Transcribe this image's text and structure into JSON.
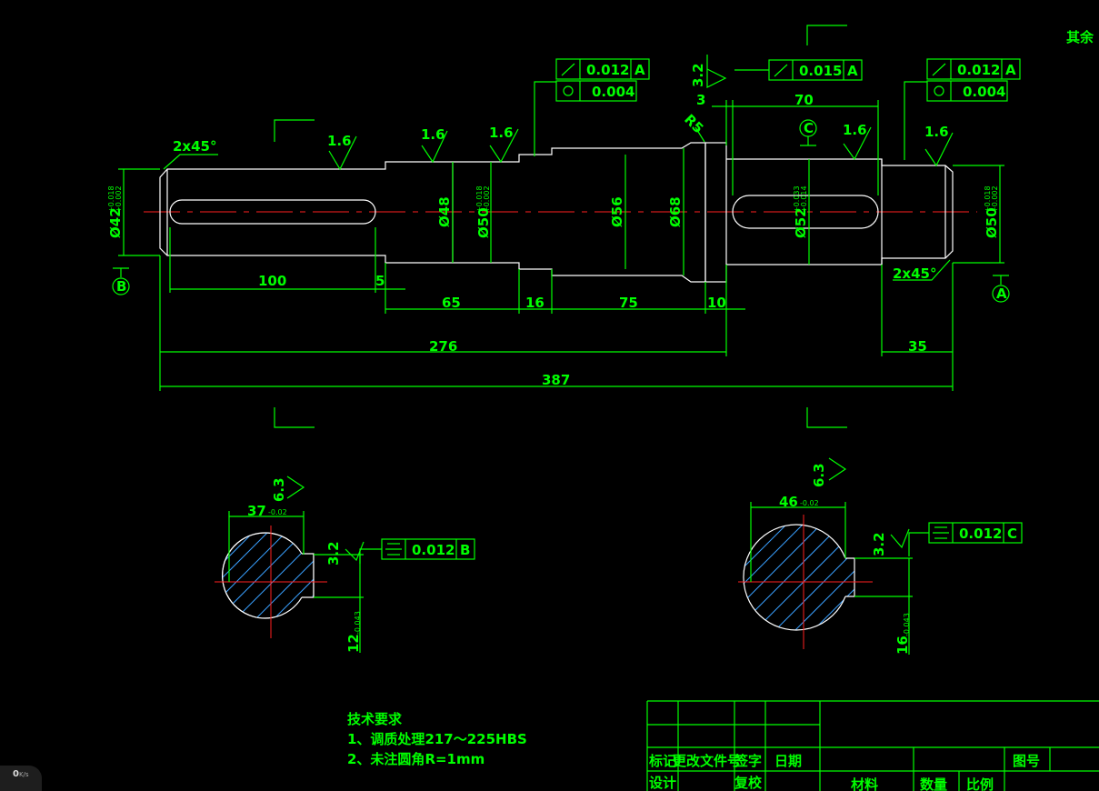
{
  "corner_note": "其余",
  "dimensions": {
    "d42": "Ø42",
    "d42_tol_up": "+0.018",
    "d42_tol_lo": "+0.002",
    "d48": "Ø48",
    "d50a": "Ø50",
    "d50a_tol_up": "+0.018",
    "d50a_tol_lo": "+0.002",
    "d56": "Ø56",
    "d68": "Ø68",
    "d52": "Ø52",
    "d52_tol_up": "+0.033",
    "d52_tol_lo": "+0.014",
    "d50b": "Ø50",
    "d50b_tol_up": "+0.018",
    "d50b_tol_lo": "+0.002",
    "chamfer_left": "2x45°",
    "chamfer_right": "2x45°",
    "radius": "R5",
    "len_100": "100",
    "len_5": "5",
    "len_65": "65",
    "len_16": "16",
    "len_75": "75",
    "len_10": "10",
    "len_276": "276",
    "len_387": "387",
    "len_35": "35",
    "len_70": "70",
    "len_3": "3",
    "key_left_depth": "37",
    "key_left_depth_tol": "-0.02",
    "key_left_width": "12",
    "key_left_width_tol": "-0.043",
    "key_right_depth": "46",
    "key_right_depth_tol": "-0.02",
    "key_right_width": "16",
    "key_right_width_tol": "-0.043"
  },
  "roughness": {
    "r1": "1.6",
    "r2": "1.6",
    "r3": "1.6",
    "r4": "1.6",
    "r5": "1.6",
    "r32_top": "3.2",
    "r63_left": "6.3",
    "r32_left": "3.2",
    "r63_right": "6.3",
    "r32_right": "3.2"
  },
  "tolerance_frames": {
    "f1_runout": "0.012",
    "f1_datum": "A",
    "f1_cyl": "0.004",
    "f2_runout": "0.015",
    "f2_datum": "A",
    "f3_runout": "0.012",
    "f3_datum": "A",
    "f3_cyl": "0.004",
    "f4_sym": "0.012",
    "f4_datum": "B",
    "f5_sym": "0.012",
    "f5_datum": "C"
  },
  "datums": {
    "a": "A",
    "b": "B",
    "c": "C"
  },
  "tech": {
    "title": "技术要求",
    "line1": "1、调质处理217～225HBS",
    "line2": "2、未注圆角R=1mm"
  },
  "title_block": {
    "mark": "标记",
    "change_doc": "更改文件号",
    "signature": "签字",
    "date": "日期",
    "design": "设计",
    "check": "复校",
    "material": "材料",
    "quantity": "数量",
    "scale": "比例",
    "drawing_no": "图号"
  },
  "status": {
    "speed": "0",
    "speed_unit": "K/s"
  },
  "colors": {
    "line": "#00ff00",
    "outline": "#ffffff",
    "center": "#ff2020",
    "hatch": "#3aa0ff",
    "background": "#000000"
  }
}
